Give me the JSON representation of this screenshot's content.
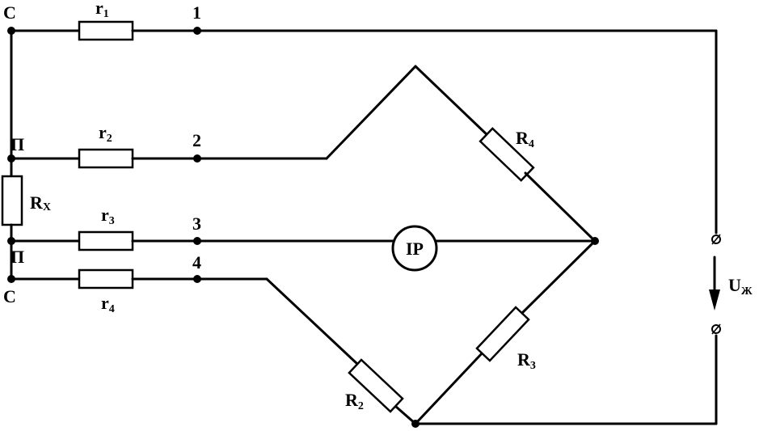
{
  "diagram": {
    "node_labels": {
      "c_top": "C",
      "p_top": "П",
      "p_bottom": "П",
      "c_bottom": "C"
    },
    "terminals": [
      "1",
      "2",
      "3",
      "4"
    ],
    "resistors": {
      "r1": {
        "main": "r",
        "sub": "1"
      },
      "r2": {
        "main": "r",
        "sub": "2"
      },
      "r3": {
        "main": "r",
        "sub": "3"
      },
      "r4": {
        "main": "r",
        "sub": "4"
      },
      "rx": {
        "main": "R",
        "sub": "X"
      },
      "R2": {
        "main": "R",
        "sub": "2"
      },
      "R3": {
        "main": "R",
        "sub": "3"
      },
      "R4": {
        "main": "R",
        "sub": "4"
      }
    },
    "galvanometer": "IP",
    "supply": {
      "main": "U",
      "sub": "Ж"
    },
    "terminal_symbol": "⌀"
  }
}
